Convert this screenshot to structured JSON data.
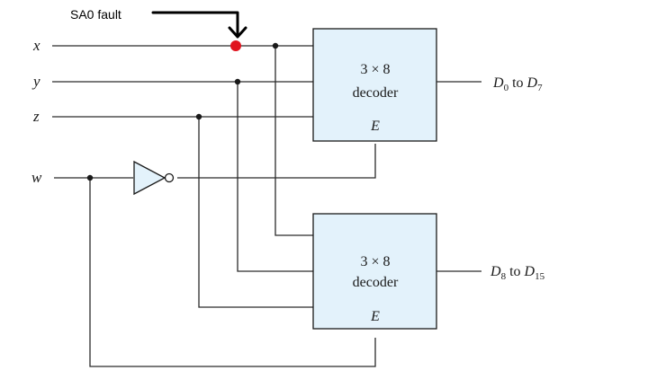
{
  "annotation": {
    "fault_label": "SA0 fault",
    "fault_color": "#e0141e"
  },
  "inputs": {
    "x": "x",
    "y": "y",
    "z": "z",
    "w": "w"
  },
  "decoders": [
    {
      "size": "3 × 8",
      "name": "decoder",
      "enable": "E",
      "out_start_base": "D",
      "out_start_sub": "0",
      "out_to": " to ",
      "out_end_base": "D",
      "out_end_sub": "7"
    },
    {
      "size": "3 × 8",
      "name": "decoder",
      "enable": "E",
      "out_start_base": "D",
      "out_start_sub": "8",
      "out_to": " to ",
      "out_end_base": "D",
      "out_end_sub": "15"
    }
  ],
  "colors": {
    "box_fill": "#e3f2fb",
    "line": "#2b2b2b"
  }
}
